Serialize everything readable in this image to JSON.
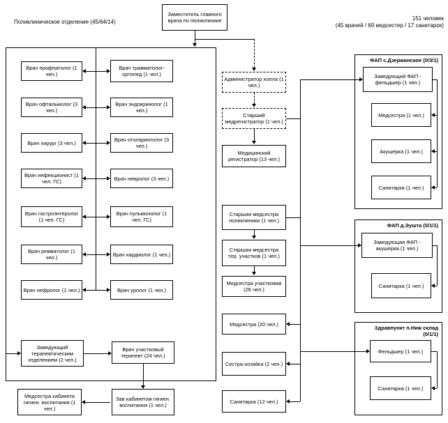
{
  "page": {
    "title_box": "Заместитель главного врача по поликлинике",
    "dept_label": "Поликлиническое отделение (45/64/14)",
    "total_line1": "151 человек",
    "total_line2": "(45 врачей / 69 медсестер / 17 санитарок)"
  },
  "polyclinic": {
    "doctors_col1": [
      "Врач профпатолог (1 чел.)",
      "Врач офтальмолог (3 чел.)",
      "Врач хирург (3 чел.)",
      "Врач инфекционист (1 чел. ГС)",
      "Врач гастроэнтеролог (1 чел. ГС)",
      "Врач ревматолог (1 чел.)",
      "Врач нефролог (1 чел.)"
    ],
    "doctors_col2": [
      "Врач травматолог-ортопед (1 чел.)",
      "Врач эндокринолог (1 чел.)",
      "Врач отоларинголог (3 чел.)",
      "Врач невролог (3 чел.)",
      "Врач пульмонолог (1 чел. ГС)",
      "Врач кардиолог (1 чел.)",
      "Врач уролог (1 чел.)"
    ],
    "head_therapy": "Заведующий терапевтическим отделением (2 чел.)",
    "district_therapist": "Врач участковый терапевт (24 чел.)",
    "hygiene_nurse": "Медсестра кабинета гигиен. воспитания (1 чел.)",
    "hygiene_head": "Зав кабинетом гигиен. воспитания (1 чел.)"
  },
  "middle": {
    "hall_admin": "Администратор холла (1 чел.)",
    "senior_registrar": "Старший медрегистратор (1 чел.)",
    "med_registrar": "Медицинский регистратор (13 чел.)",
    "chief_nurse": "Старшая медсестра поликлиники (1 чел.)",
    "chief_nurse_district": "Старшая медсестра тер. участков (1 чел.)",
    "district_nurse": "Медсестра участковая (26 чел.)",
    "nurse": "Медсестра (20 чел.)",
    "housekeeper": "Сестра-хозяйка (2 чел.)",
    "sanitarka": "Санитарка (12 чел.)"
  },
  "fap1": {
    "title": "ФАП с.Дзержинское (0/3/1)",
    "head": "Заведующий ФАП - фельдшер (1 чел.)",
    "staff": [
      "Медсестра (1 чел.)",
      "Акушерка (1 чел.)",
      "Санитарка (1 чел.)"
    ]
  },
  "fap2": {
    "title": "ФАП д.Эушта (0/1/1)",
    "head": "Заведующая ФАП - акушерка (1 чел.)",
    "staff": [
      "Санитарка (1 чел.)"
    ]
  },
  "fap3": {
    "title": "Здравпункт п.Ниж склад (0/1/1)",
    "head": "Фельдшер (1 чел.)",
    "staff": [
      "Санитарка (1 чел.)"
    ]
  }
}
